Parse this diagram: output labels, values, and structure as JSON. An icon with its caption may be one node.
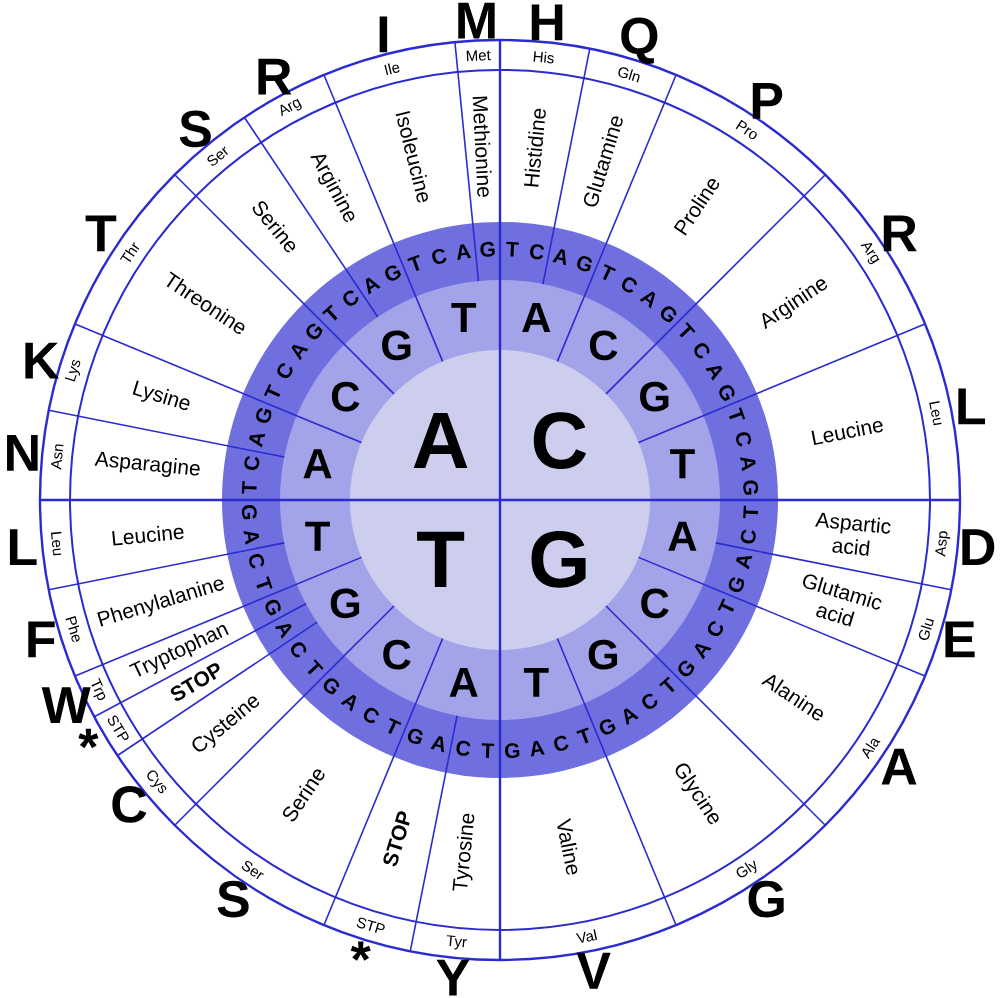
{
  "diagram": {
    "labels": [
      "A",
      "C",
      "G",
      "T",
      "A",
      "C",
      "G",
      "T",
      "A",
      "C",
      "G",
      "T",
      "A",
      "C",
      "G",
      "T",
      "A",
      "C",
      "G",
      "T",
      "T",
      "C",
      "A",
      "G",
      "T",
      "C",
      "A",
      "G",
      "T",
      "C",
      "A",
      "G",
      "T",
      "C",
      "A",
      "G",
      "T",
      "C",
      "A",
      "G",
      "T",
      "C",
      "A",
      "G",
      "T",
      "C",
      "A",
      "G",
      "T",
      "C",
      "A",
      "G",
      "T",
      "C",
      "A",
      "G",
      "T",
      "C",
      "A",
      "G",
      "T",
      "C",
      "A",
      "G",
      "T",
      "C",
      "A",
      "G",
      "T",
      "C",
      "A",
      "G",
      "T",
      "C",
      "A",
      "G",
      "T",
      "C",
      "A",
      "G",
      "T",
      "C",
      "A",
      "G",
      "N",
      "K",
      "T",
      "S",
      "R",
      "I",
      "M",
      "H",
      "Q",
      "P",
      "R",
      "L",
      "D",
      "E",
      "A",
      "G",
      "V",
      "Y",
      "*",
      "S",
      "C",
      "*",
      "W",
      "F",
      "L",
      "Asn",
      "Lys",
      "Thr",
      "Ser",
      "Arg",
      "Ile",
      "Met",
      "His",
      "Gln",
      "Pro",
      "Arg",
      "Leu",
      "Asp",
      "Glu",
      "Ala",
      "Gly",
      "Val",
      "Tyr",
      "STP",
      "Ser",
      "Cys",
      "STP",
      "Trp",
      "Phe",
      "Leu",
      "Asparagine",
      "Lysine",
      "Threonine",
      "Serine",
      "Arginine",
      "Isoleucine",
      "Methionine",
      "Histidine",
      "Glutamine",
      "Proline",
      "Arginine",
      "Leucine",
      "Aspartic acid",
      "Glutamic acid",
      "Alanine",
      "Glycine",
      "Valine",
      "Tyrosine",
      "STOP",
      "Serine",
      "Cysteine",
      "STOP",
      "Tryptophan",
      "Phenylalanine",
      "Leucine"
    ]
  }
}
